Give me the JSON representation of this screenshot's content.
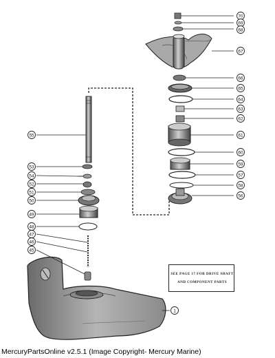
{
  "diagram": {
    "callouts": [
      {
        "id": "c70",
        "text": "70"
      },
      {
        "id": "c69",
        "text": "69"
      },
      {
        "id": "c68",
        "text": "68"
      },
      {
        "id": "c67",
        "text": "67"
      },
      {
        "id": "c66",
        "text": "66"
      },
      {
        "id": "c65",
        "text": "65"
      },
      {
        "id": "c64",
        "text": "64"
      },
      {
        "id": "c63",
        "text": "63"
      },
      {
        "id": "c62",
        "text": "62"
      },
      {
        "id": "c61",
        "text": "61"
      },
      {
        "id": "c60",
        "text": "60"
      },
      {
        "id": "c59",
        "text": "59"
      },
      {
        "id": "c57",
        "text": "57"
      },
      {
        "id": "c58",
        "text": "58"
      },
      {
        "id": "c56",
        "text": "56"
      },
      {
        "id": "c55",
        "text": "55"
      },
      {
        "id": "c53",
        "text": "53"
      },
      {
        "id": "c54",
        "text": "54"
      },
      {
        "id": "c52",
        "text": "52"
      },
      {
        "id": "c51",
        "text": "51"
      },
      {
        "id": "c50",
        "text": "50"
      },
      {
        "id": "c49",
        "text": "49"
      },
      {
        "id": "c48",
        "text": "48"
      },
      {
        "id": "c47",
        "text": "47"
      },
      {
        "id": "c46",
        "text": "46"
      },
      {
        "id": "c45",
        "text": "45"
      },
      {
        "id": "c1",
        "text": "1"
      }
    ],
    "note": {
      "line1": "SEE PAGE 17 FOR DRIVE SHAFT",
      "line2": "AND COMPONENT PARTS"
    }
  },
  "footer": {
    "text": "MercuryPartsOnline v2.5.1 (Image Copyright- Mercury Marine)"
  }
}
